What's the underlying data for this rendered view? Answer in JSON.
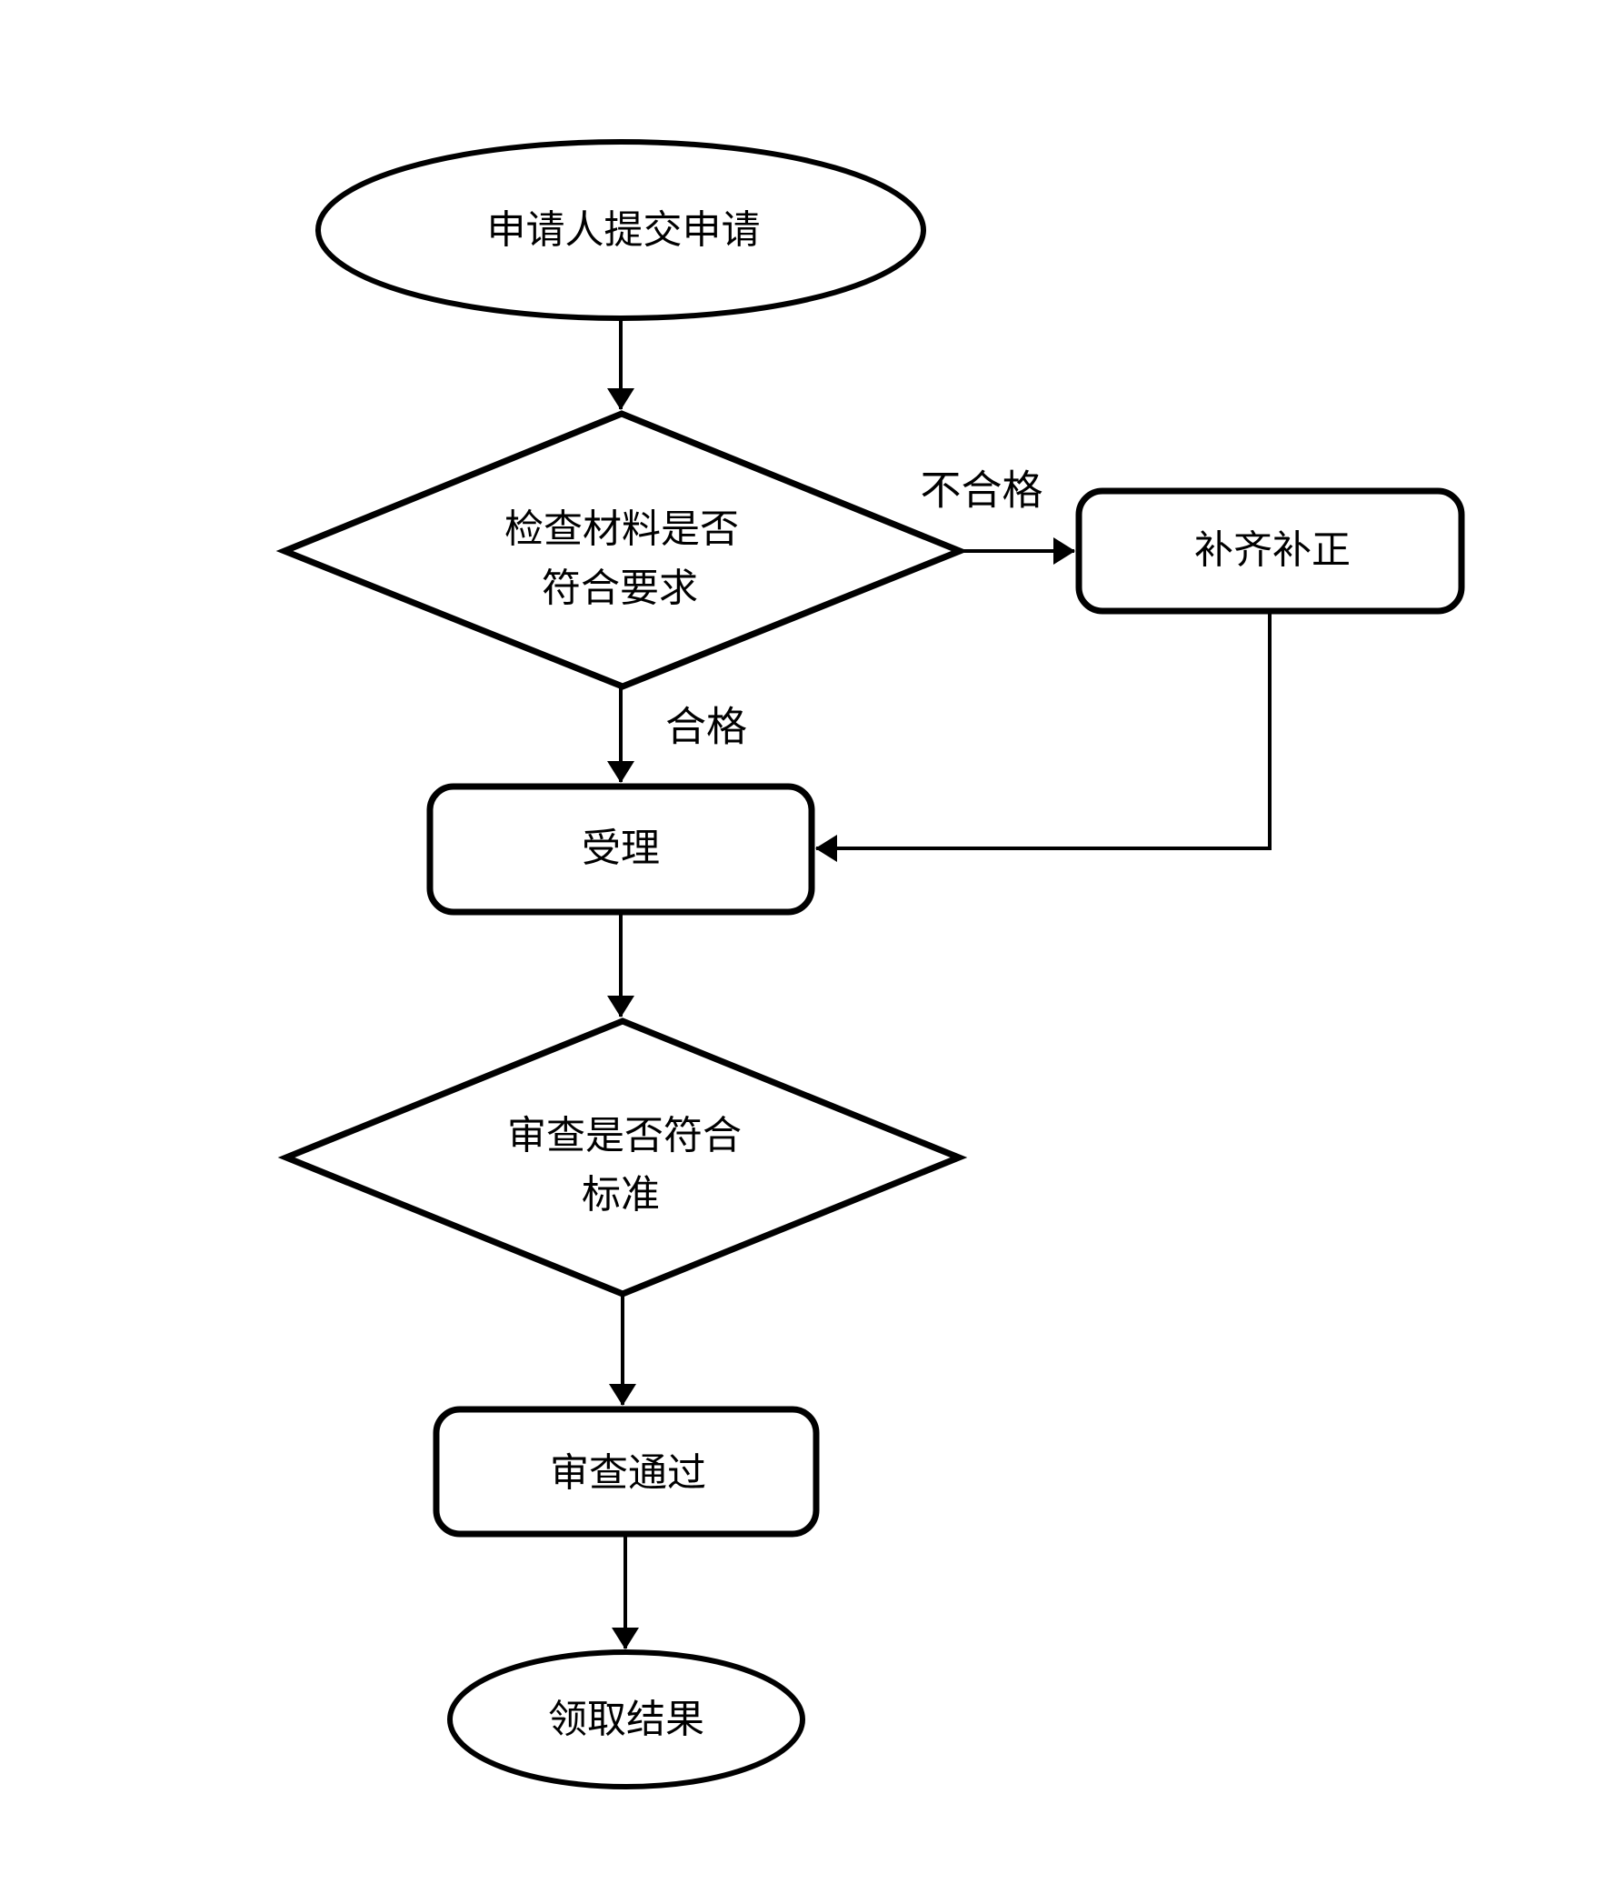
{
  "diagram": {
    "background": "#ffffff",
    "stroke_color": "#000000",
    "nodes": {
      "start": {
        "shape": "ellipse",
        "label": "申请人提交申请"
      },
      "check": {
        "shape": "diamond",
        "line1": "检查材料是否",
        "line2": "符合要求"
      },
      "supplement": {
        "shape": "rounded-rect",
        "label": "补齐补正"
      },
      "accept": {
        "shape": "rounded-rect",
        "label": "受理"
      },
      "review": {
        "shape": "diamond",
        "line1": "审查是否符合",
        "line2": "标准"
      },
      "passed": {
        "shape": "rounded-rect",
        "label": "审查通过"
      },
      "result": {
        "shape": "ellipse",
        "label": "领取结果"
      }
    },
    "edge_labels": {
      "fail": "不合格",
      "pass": "合格"
    }
  }
}
